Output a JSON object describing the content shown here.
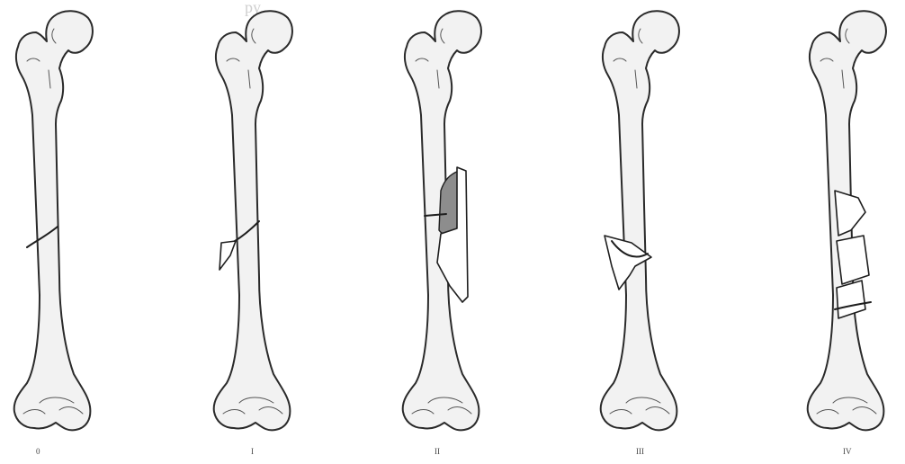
{
  "header_fragment": "py",
  "panels": [
    {
      "id": "0",
      "label": "0"
    },
    {
      "id": "I",
      "label": "I"
    },
    {
      "id": "II",
      "label": "II"
    },
    {
      "id": "III",
      "label": "III"
    },
    {
      "id": "IV",
      "label": "IV"
    }
  ],
  "colors": {
    "bone_fill": "#f2f2f2",
    "outline": "#2a2a2a",
    "fragment_shading": "#8d8d8d",
    "background": "#ffffff"
  }
}
